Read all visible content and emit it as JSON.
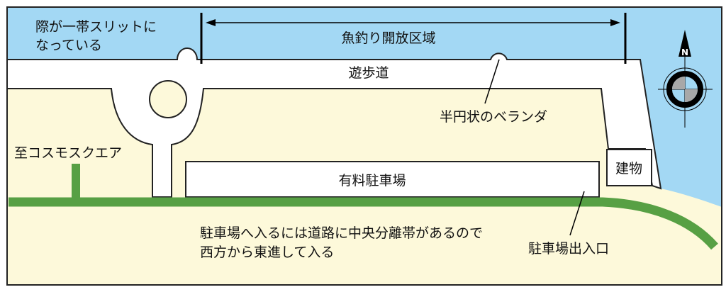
{
  "colors": {
    "water": "#a3d8f4",
    "land": "#fdf9da",
    "path": "#ffffff",
    "road": "#57a044",
    "outline": "#222222"
  },
  "labels": {
    "slit_note_line1": "際が一帯スリットに",
    "slit_note_line2": "なっている",
    "fishing_area": "魚釣り開放区域",
    "promenade": "遊歩道",
    "veranda": "半円状のベランダ",
    "to_cosmo_square": "至コスモスクエア",
    "parking": "有料駐車場",
    "building": "建物",
    "parking_note_line1": "駐車場へ入るには道路に中央分離帯があるので",
    "parking_note_line2": "西方から東進して入る",
    "parking_entrance": "駐車場出入口",
    "compass_north": "N"
  }
}
